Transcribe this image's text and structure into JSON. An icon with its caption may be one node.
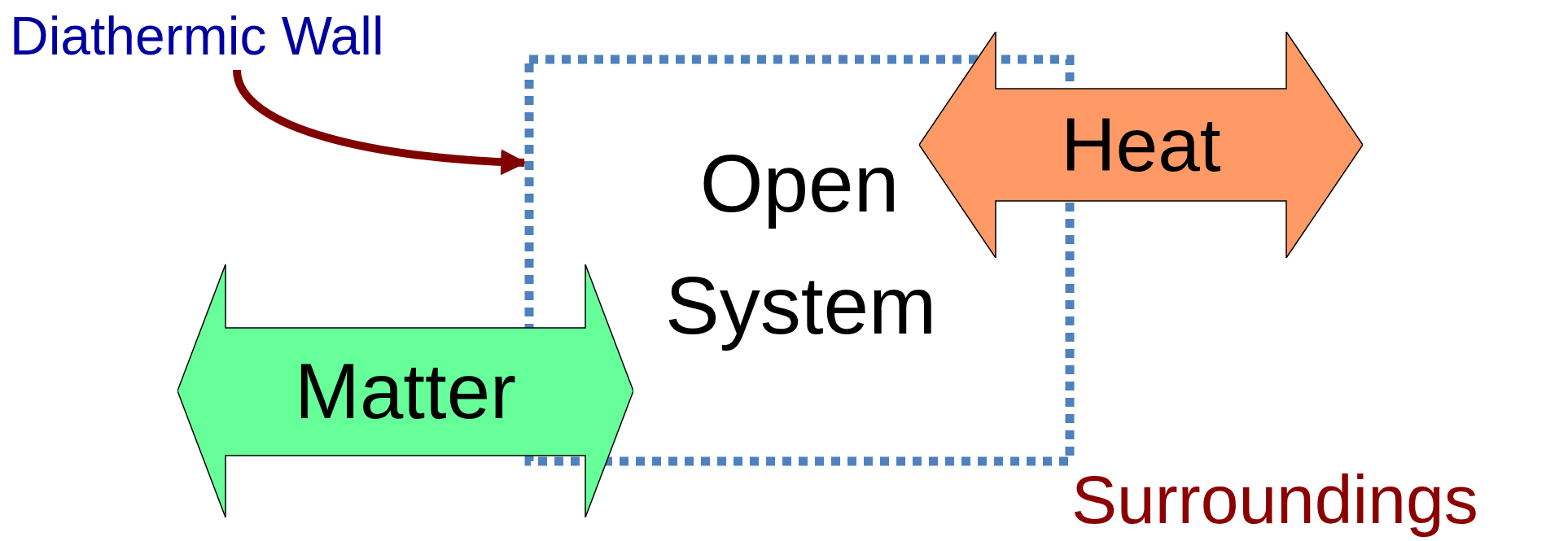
{
  "diagram": {
    "nodes": [
      {
        "text": [
          "Diathermic Wall"
        ]
      },
      {
        "text": [
          "Open System"
        ]
      },
      {
        "text": [
          "Heat"
        ]
      },
      {
        "text": [
          "Matter"
        ]
      }
    ],
    "edges": [
      {
        "from": 0,
        "to": 1,
        "arrow": "to"
      }
    ],
    "labels": [
      "Surroundings"
    ]
  }
}
